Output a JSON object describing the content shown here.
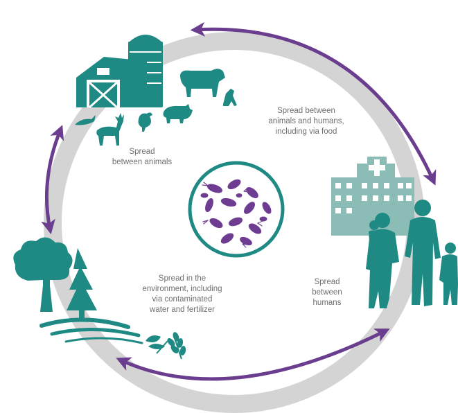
{
  "colors": {
    "ring": "#d4d4d4",
    "arrow": "#6a3d8f",
    "teal": "#1e8a83",
    "teal_light": "#8cbcb6",
    "bacteria": "#6e3d92",
    "label_text": "#6f6f6f"
  },
  "labels": {
    "animals_humans": [
      "Spread between",
      "animals and humans,",
      "including via food"
    ],
    "animals": [
      "Spread",
      "between animals"
    ],
    "environment": [
      "Spread in the",
      "environment, including",
      "via contaminated",
      "water and fertilizer"
    ],
    "humans": [
      "Spread",
      "between",
      "humans"
    ]
  },
  "icons": {
    "farm": "barn-silo-icon",
    "cow": "cow-icon",
    "dog": "dog-icon",
    "bird": "bird-icon",
    "deer": "deer-icon",
    "chicken": "chicken-icon",
    "pig": "pig-icon",
    "hospital": "hospital-icon",
    "family": "family-icon",
    "trees": "trees-icon",
    "water": "water-waves-icon",
    "plants": "wheat-plant-icon",
    "bacteria": "bacteria-petri-icon"
  }
}
